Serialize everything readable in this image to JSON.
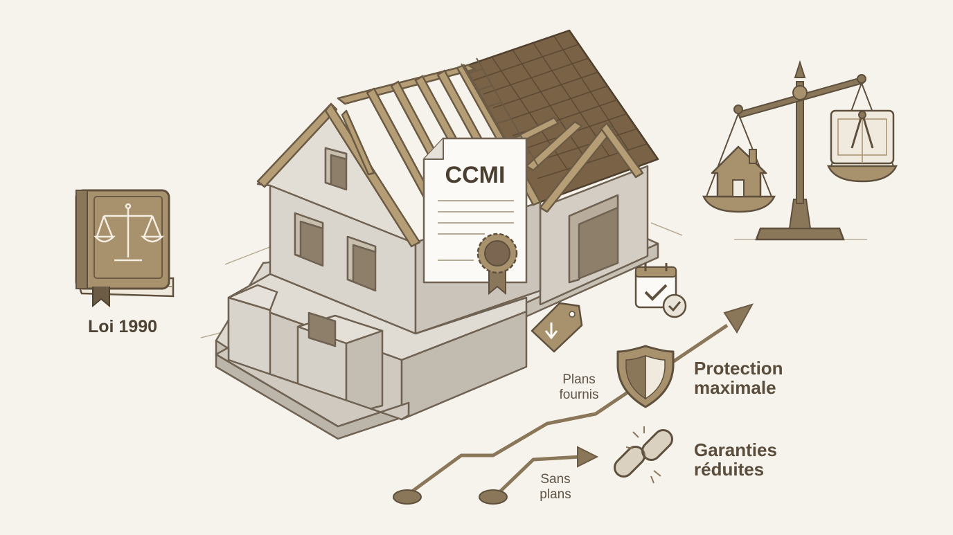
{
  "law": {
    "label": "Loi 1990"
  },
  "contract": {
    "title": "CCMI"
  },
  "paths": {
    "with_plans": "Plans\nfournis",
    "without_plans": "Sans\nplans",
    "max_protection": "Protection\nmaximale",
    "reduced_guarantees": "Garanties\nréduites"
  },
  "icons": {
    "law_book": "law-book-icon",
    "balance": "balance-scale-icon",
    "calendar": "calendar-check-icon",
    "price_tag": "price-down-tag-icon",
    "shield": "shield-icon",
    "broken_chain": "broken-chain-icon",
    "certificate_seal": "certificate-seal-icon"
  },
  "colors": {
    "background": "#f6f3ed",
    "brown": "#8a7658",
    "dark_brown": "#5e503d",
    "wall": "#d9d4cc",
    "wall_shade": "#c7c0b5",
    "roof_tile": "#7a6247"
  }
}
